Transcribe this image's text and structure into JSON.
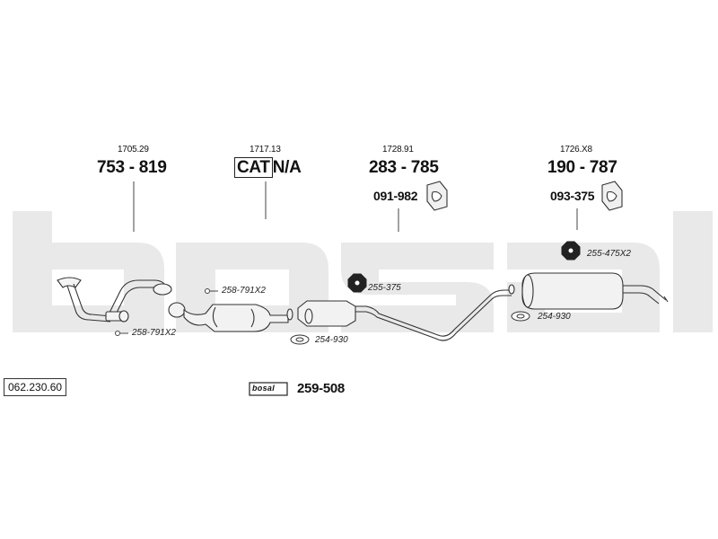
{
  "diagram": {
    "watermark": "bosal",
    "reference_box": "062.230.60",
    "sections": [
      {
        "small": "1705.29",
        "big": "753 - 819"
      },
      {
        "small": "1717.13",
        "cat": "CAT",
        "big": "N/A"
      },
      {
        "small": "1728.91",
        "big": "283 - 785",
        "sub": "091-982"
      },
      {
        "small": "1726.X8",
        "big": "190 - 787",
        "sub": "093-375"
      }
    ],
    "part_labels": {
      "front_clamp_bottom": "258-791X2",
      "front_clamp_top": "258-791X2",
      "gasket_left": "254-930",
      "gasket_right": "254-930",
      "nut_middle": "255-375",
      "nut_rear": "255-475X2",
      "kit": "259-508",
      "kit_logo": "bosal"
    },
    "colors": {
      "watermark": "#e8e8e8",
      "line": "#333333",
      "pipe_fill": "#f2f2f2"
    }
  }
}
